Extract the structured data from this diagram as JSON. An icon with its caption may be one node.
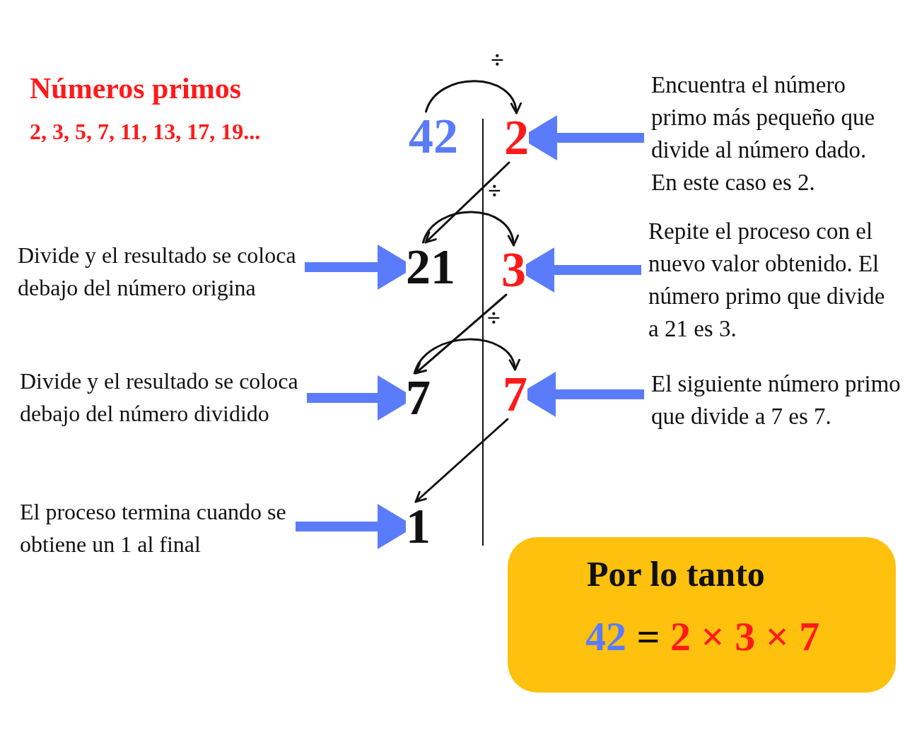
{
  "diagram": {
    "title": "Números primos",
    "nodes": [
      {
        "text": [
          "42"
        ]
      },
      {
        "text": [
          "2"
        ]
      },
      {
        "text": [
          "Encuentra el número primo más pequeño que divide al número dado. En este caso es 2."
        ]
      },
      {
        "text": [
          "Divide y el resultado se coloca debajo del número origina"
        ]
      },
      {
        "text": [
          "21"
        ]
      },
      {
        "text": [
          "3"
        ]
      },
      {
        "text": [
          "Repite el proceso con el nuevo valor obtenido. El número primo que divide a 21 es 3."
        ]
      },
      {
        "text": [
          "Divide y el resultado se coloca debajo del número dividido"
        ]
      },
      {
        "text": [
          "7"
        ]
      },
      {
        "text": [
          "7"
        ]
      },
      {
        "text": [
          "El siguiente número primo que divide a 7 es 7."
        ]
      },
      {
        "text": [
          "El proceso termina cuando se obtiene un 1 al final"
        ]
      },
      {
        "text": [
          "1"
        ]
      },
      {
        "text": [
          "Por lo tanto",
          "42 = 2 × 3 × 7"
        ]
      }
    ],
    "edges": [
      {
        "from": 0,
        "to": 1,
        "arrow": "to",
        "label": "÷"
      },
      {
        "from": 1,
        "to": 4,
        "arrow": "to"
      },
      {
        "from": 4,
        "to": 5,
        "arrow": "to",
        "label": "÷"
      },
      {
        "from": 5,
        "to": 8,
        "arrow": "to"
      },
      {
        "from": 8,
        "to": 9,
        "arrow": "to",
        "label": "÷"
      },
      {
        "from": 9,
        "to": 12,
        "arrow": "to"
      },
      {
        "from": 2,
        "to": 1,
        "arrow": "to",
        "style": "thick",
        "color": "#5b7cfa"
      },
      {
        "from": 3,
        "to": 4,
        "arrow": "to",
        "style": "thick",
        "color": "#5b7cfa"
      },
      {
        "from": 6,
        "to": 5,
        "arrow": "to",
        "style": "thick",
        "color": "#5b7cfa"
      },
      {
        "from": 7,
        "to": 8,
        "arrow": "to",
        "style": "thick",
        "color": "#5b7cfa"
      },
      {
        "from": 10,
        "to": 9,
        "arrow": "to",
        "style": "thick",
        "color": "#5b7cfa"
      },
      {
        "from": 11,
        "to": 12,
        "arrow": "to",
        "style": "thick",
        "color": "#5b7cfa"
      }
    ],
    "labels": [
      "2, 3, 5, 7, 11, 13, 17, 19..."
    ]
  }
}
